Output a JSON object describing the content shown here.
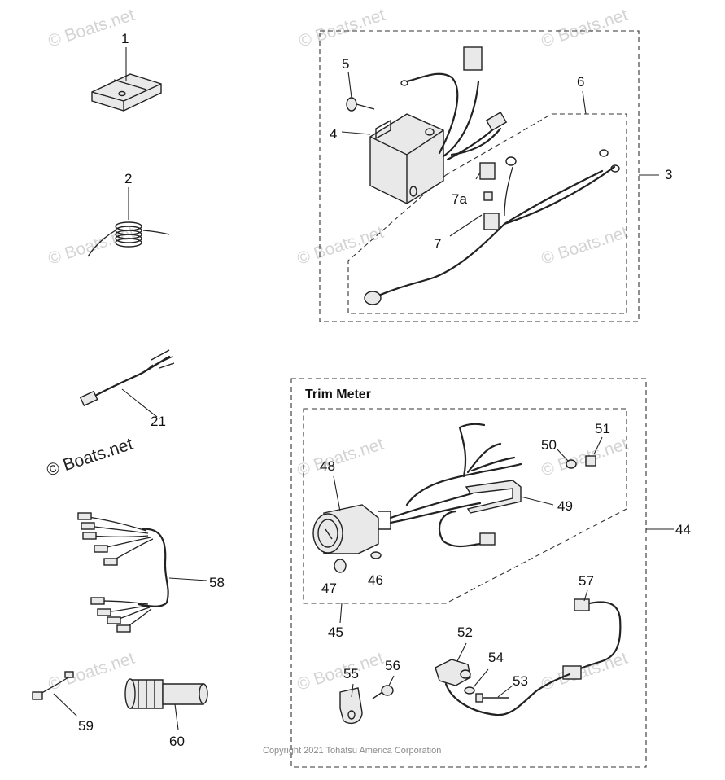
{
  "diagram": {
    "section_title": "Trim Meter",
    "copyright": "Copyright 2021 Tohatsu America Corporation",
    "watermark": "© Boats.net",
    "watermark_strong": "© Boats.net",
    "callouts": {
      "p1": "1",
      "p2": "2",
      "p3": "3",
      "p4": "4",
      "p5": "5",
      "p6": "6",
      "p7": "7",
      "p7a": "7a",
      "p21": "21",
      "p44": "44",
      "p45": "45",
      "p46": "46",
      "p47": "47",
      "p48": "48",
      "p49": "49",
      "p50": "50",
      "p51": "51",
      "p52": "52",
      "p53": "53",
      "p54": "54",
      "p55": "55",
      "p56": "56",
      "p57": "57",
      "p58": "58",
      "p59": "59",
      "p60": "60"
    }
  }
}
